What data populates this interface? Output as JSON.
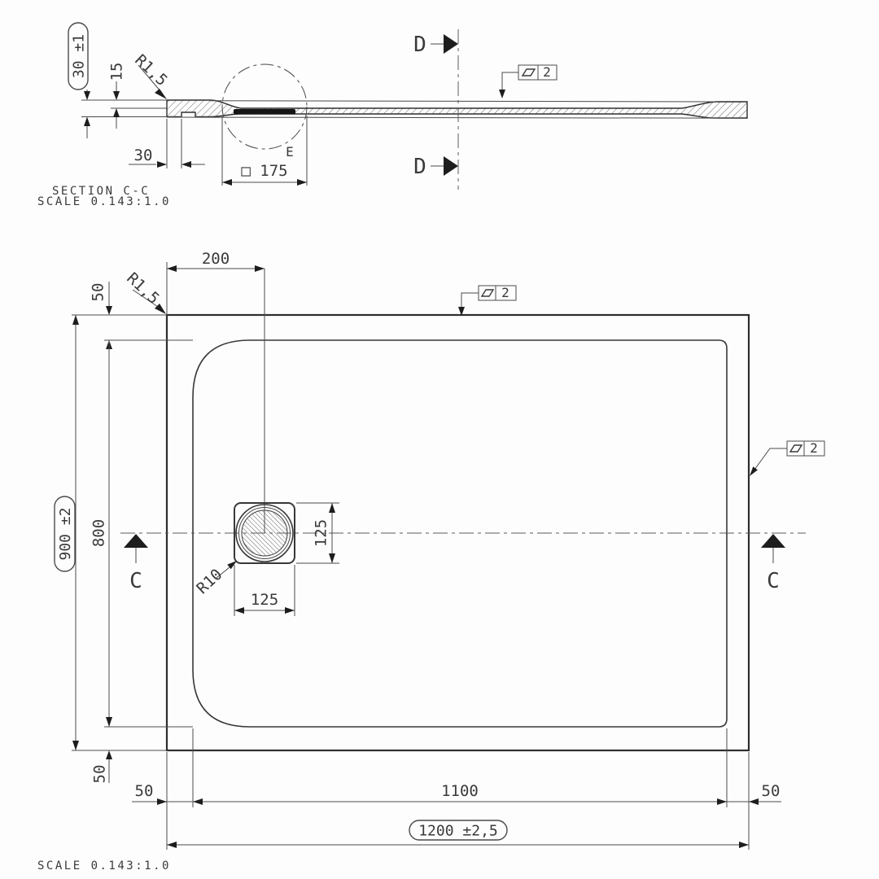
{
  "section": {
    "title": "SECTION C-C",
    "scale": "SCALE 0.143:1.0",
    "cut_label": "D",
    "detail_label": "E",
    "flag_value": "2",
    "dims": {
      "overall_height": "30 ±1",
      "floor_depth": "15",
      "edge_radius": "R1,5",
      "edge_step": "30",
      "drain_recess": "□ 175"
    }
  },
  "plan": {
    "scale": "SCALE 0.143:1.0",
    "cut_label": "C",
    "flag_value": "2",
    "dims": {
      "drain_offset": "200",
      "rim_top": "50",
      "corner_radius": "R1,5",
      "overall_width": "900 ±2",
      "basin_width": "800",
      "rim_bottom": "50",
      "drain_width": "125",
      "drain_height": "125",
      "drain_corner_radius": "R10",
      "rim_left": "50",
      "basin_length": "1100",
      "rim_right": "50",
      "overall_length": "1200 ±2,5"
    }
  },
  "colors": {
    "background": "#fdfdfd",
    "object_line": "#2e2e2e",
    "dimension_line": "#4a4a4a",
    "text": "#3a3a3a",
    "drain_fill": "#151515"
  }
}
